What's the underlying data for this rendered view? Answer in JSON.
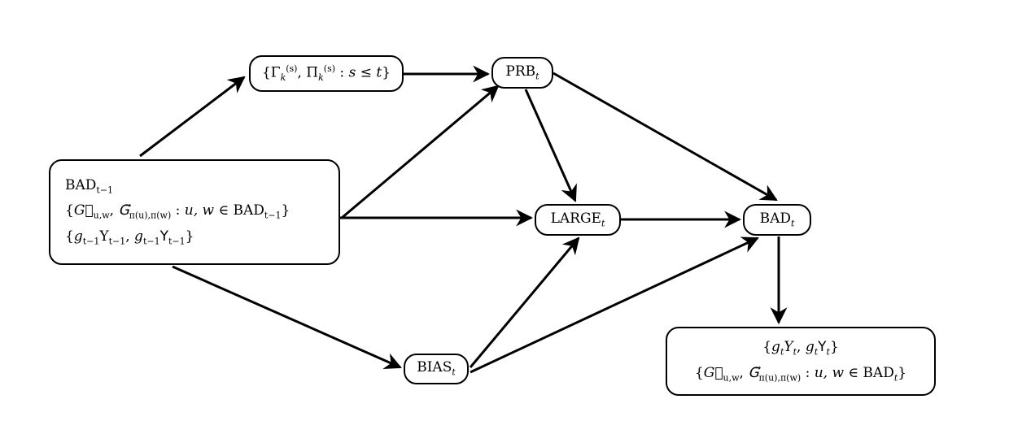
{
  "nodes": {
    "bad_prev": {
      "lines": [
        "BAD<sub>t−1</sub>",
        "{<span class=\"math\">G⃗</span><sub>u,w</sub>, <span class=\"math\">𝖦⃗</span><sub>π(u),π(w)</sub> : <span class=\"math\">u, w</span> ∈ BAD<sub>t−1</sub>}",
        "{<span class=\"math\">g</span><sub>t−1</sub>Y<sub>t−1</sub>, <span class=\"math\">g</span><sub>t−1</sub>𝖸<sub>t−1</sub>}"
      ]
    },
    "gamma_pi": {
      "lines": [
        "{Γ<sub><span class=\"math\">k</span></sub><sup>(s)</sup>, Π<sub><span class=\"math\">k</span></sub><sup>(s)</sup> : <span class=\"math\">s</span> ≤ <span class=\"math\">t</span>}"
      ]
    },
    "prb": {
      "lines": [
        "PRB<sub><span class=\"math\">t</span></sub>"
      ]
    },
    "large": {
      "lines": [
        "LARGE<sub><span class=\"math\">t</span></sub>"
      ]
    },
    "bad": {
      "lines": [
        "BAD<sub><span class=\"math\">t</span></sub>"
      ]
    },
    "bias": {
      "lines": [
        "BIAS<sub><span class=\"math\">t</span></sub>"
      ]
    },
    "out": {
      "lines": [
        "{<span class=\"math\">g<sub>t</sub>Y<sub>t</sub></span>, <span class=\"math\">g<sub>t</sub></span>𝖸<sub><span class=\"math\">t</span></sub>}",
        "{<span class=\"math\">G⃗</span><sub>u,w</sub>, <span class=\"math\">𝖦⃗</span><sub>π(u),π(w)</sub> : <span class=\"math\">u, w</span> ∈ BAD<sub><span class=\"math\">t</span></sub>}"
      ]
    }
  },
  "edges": [
    [
      "bad_prev",
      "gamma_pi"
    ],
    [
      "gamma_pi",
      "prb"
    ],
    [
      "bad_prev",
      "prb"
    ],
    [
      "bad_prev",
      "large"
    ],
    [
      "bad_prev",
      "bias"
    ],
    [
      "prb",
      "large"
    ],
    [
      "prb",
      "bad"
    ],
    [
      "large",
      "bad"
    ],
    [
      "bias",
      "large"
    ],
    [
      "bias",
      "bad"
    ],
    [
      "bad",
      "out"
    ]
  ]
}
